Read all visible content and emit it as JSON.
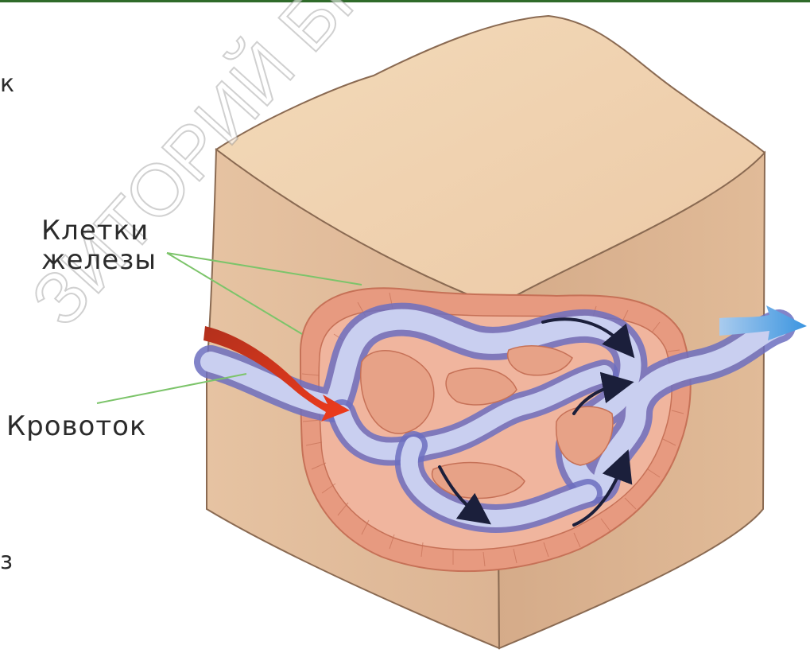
{
  "labels": {
    "gland_cells": [
      "Клетки",
      "железы"
    ],
    "blood_flow": "Кровоток"
  },
  "cropped_fragments": {
    "left_top": "к",
    "left_bottom": "з"
  },
  "watermark": "ЗИТОРИЙ БГП",
  "colors": {
    "tissue_top": "#f0d2b0",
    "tissue_side": "#dfb897",
    "gland_outer": "#e79a80",
    "vessel": "#b8bfe6",
    "vessel_edge": "#6c6fbf",
    "blood_in": "#d23a1f",
    "blood_out": "#5aa7e0",
    "leader_line": "#7cc46a",
    "flow_arrows": "#1b1f3b"
  }
}
